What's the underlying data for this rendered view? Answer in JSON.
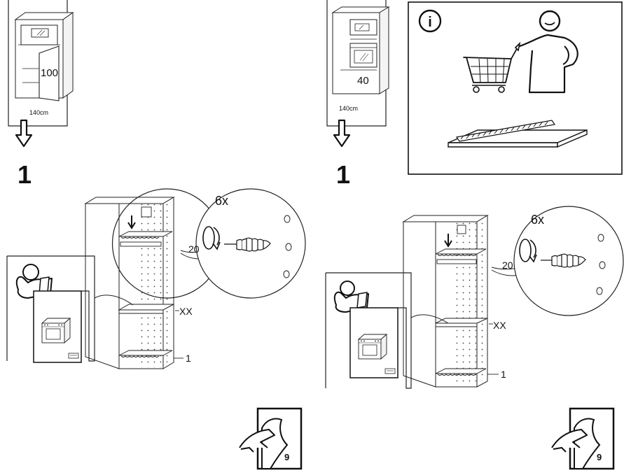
{
  "left": {
    "thumb_value": "100",
    "thumb_width": "140cm",
    "step_number": "1",
    "screws_count": "6x",
    "label_20": "20",
    "label_xx": "XX",
    "label_1": "1",
    "page_ref": "9"
  },
  "right": {
    "thumb_value": "40",
    "thumb_width": "140cm",
    "step_number": "1",
    "screws_count": "6x",
    "label_20": "20",
    "label_xx": "XX",
    "label_1": "1",
    "page_ref": "9"
  },
  "info_panel": {
    "icon_letter": "i"
  },
  "icons": [
    "down-arrow-icon",
    "info-icon",
    "shopping-cart-icon",
    "reader-icon",
    "oven-icon",
    "page-turn-icon",
    "screw-icon"
  ]
}
